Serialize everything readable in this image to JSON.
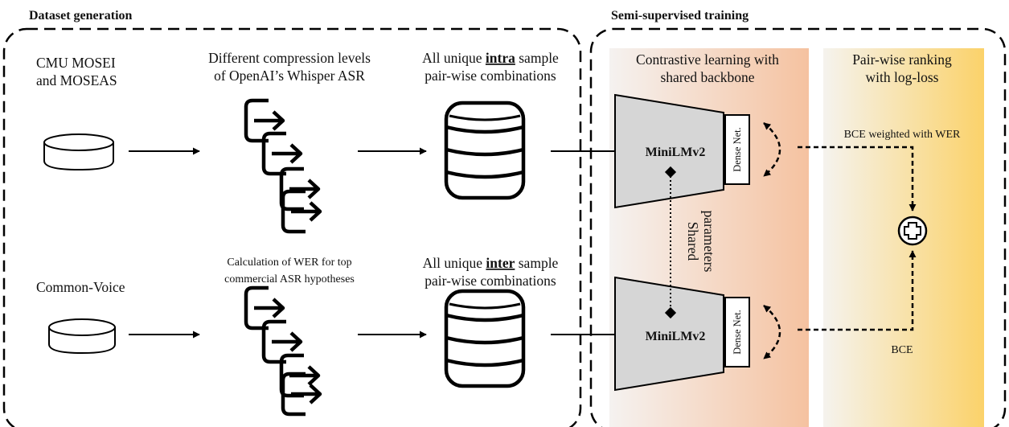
{
  "sections": {
    "dataset_generation": "Dataset generation",
    "semi_supervised_training": "Semi-supervised training"
  },
  "sources": {
    "top_line1": "CMU MOSEI",
    "top_line2": "and MOSEAS",
    "bottom": "Common-Voice"
  },
  "processes": {
    "top_line1": "Different compression levels",
    "top_line2": "of OpenAI’s Whisper ASR",
    "bottom_line1": "Calculation of WER for top",
    "bottom_line2": "commercial ASR hypotheses"
  },
  "combinations": {
    "top_prefix": "All unique ",
    "top_keyword": "intra",
    "top_suffix": " sample",
    "top_line2": "pair-wise combinations",
    "bottom_prefix": "All unique ",
    "bottom_keyword": "inter",
    "bottom_suffix": " sample",
    "bottom_line2": "pair-wise combinations"
  },
  "contrastive_panel": {
    "title_line1": "Contrastive learning with",
    "title_line2": "shared backbone",
    "model_top": "MiniLMv2",
    "model_bottom": "MiniLMv2",
    "dense_top": "Dense Net.",
    "dense_bottom": "Dense Net.",
    "shared_line1": "Shared",
    "shared_line2": "parameters"
  },
  "ranking_panel": {
    "title_line1": "Pair-wise ranking",
    "title_line2": "with log-loss",
    "loss_top": "BCE weighted with WER",
    "loss_bottom": "BCE"
  },
  "colors": {
    "contrastive_gradient_start": "#f5f2f0",
    "contrastive_gradient_end": "#f5c2a0",
    "ranking_gradient_start": "#f5f3ee",
    "ranking_gradient_end": "#fbd26a",
    "model_fill": "#d6d6d6"
  }
}
